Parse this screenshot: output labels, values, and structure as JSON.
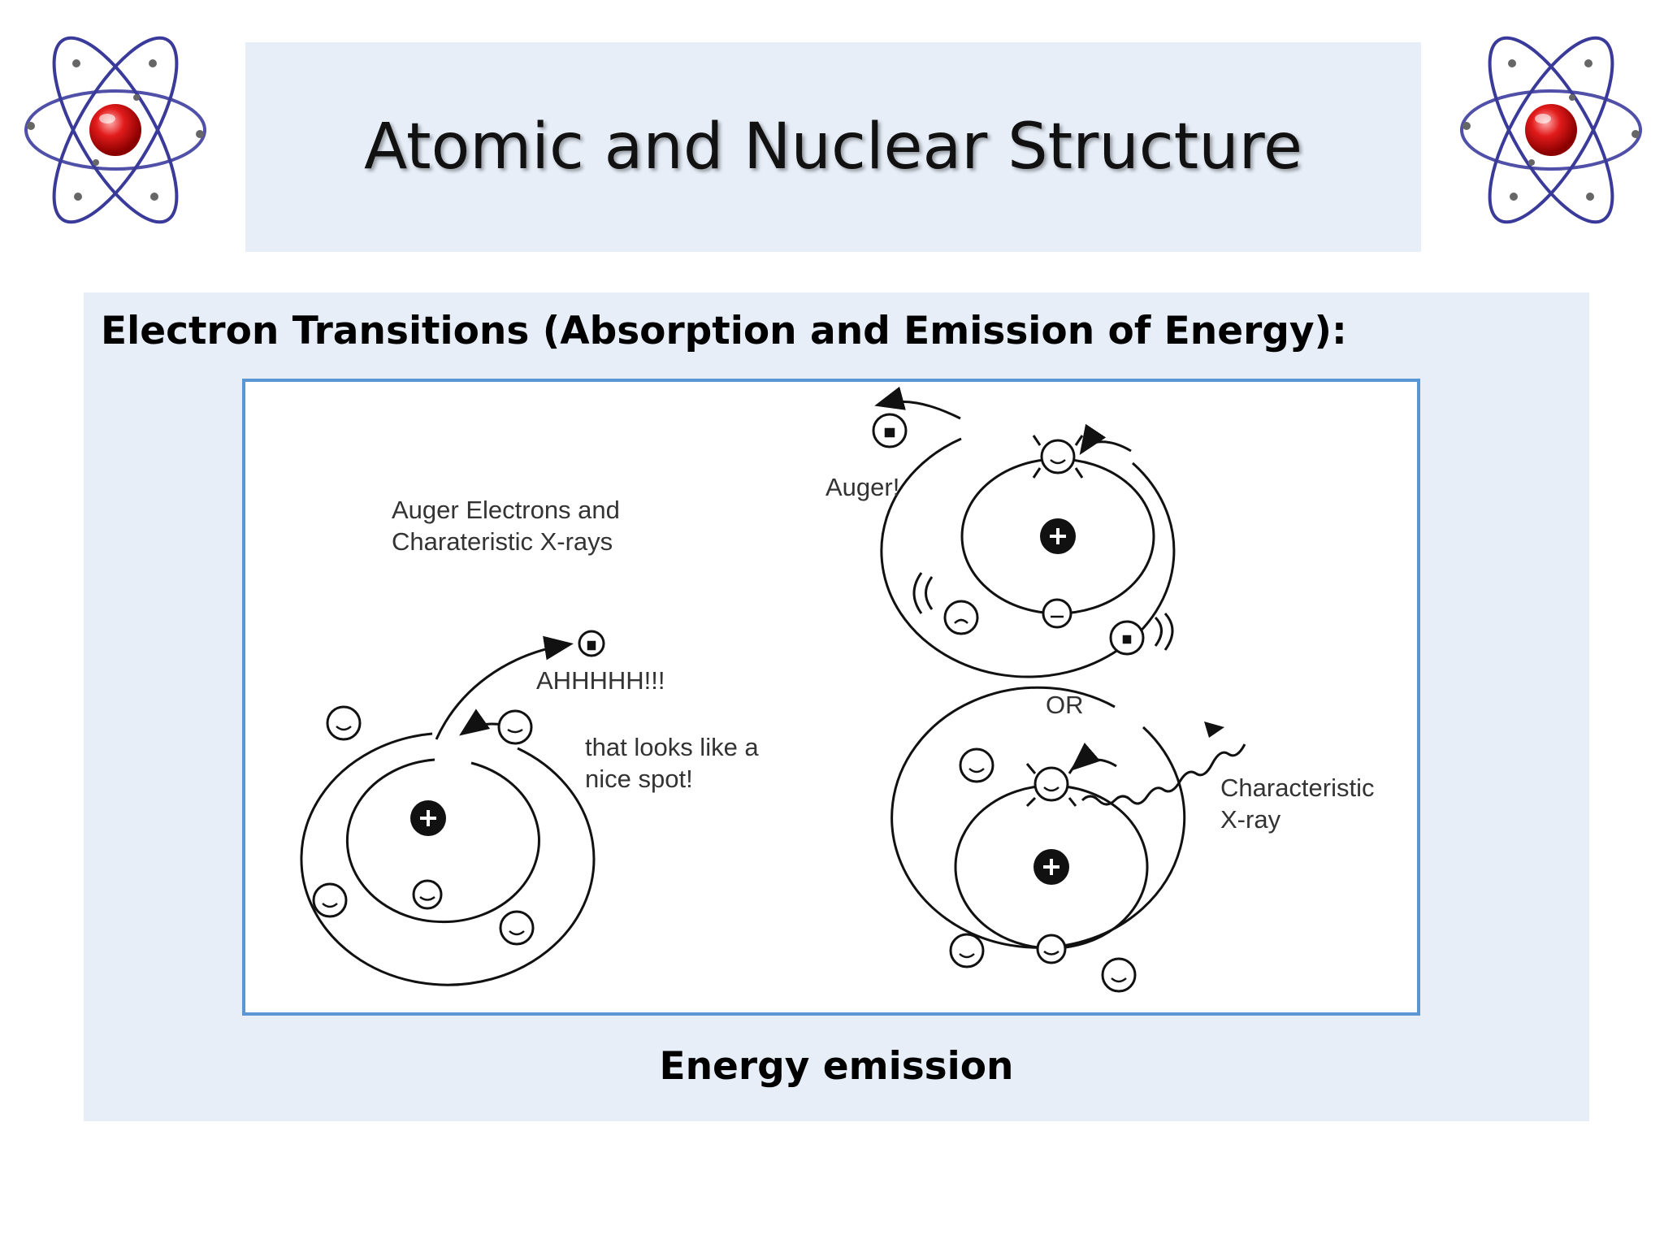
{
  "page_title": "Atomic and Nuclear Structure",
  "section_heading": "Electron Transitions (Absorption and Emission of Energy):",
  "figure": {
    "labels": {
      "auger_title": "Auger Electrons and\nCharateristic X-rays",
      "ahhh": "AHHHHH!!!",
      "nice_spot": "that looks like a\nnice spot!",
      "auger": "Auger!",
      "or": "OR",
      "characteristic_xray": "Characteristic\nX-ray"
    }
  },
  "caption": "Energy emission",
  "colors": {
    "banner_bg": "#e7eef8",
    "frame_border": "#5a96d4",
    "nucleus_red": "#e21b1b",
    "orbit_blue": "#3a3a9a"
  },
  "icons": {
    "atom_logo": "atom-icon",
    "nucleus": "plus-icon",
    "electron": "smiley-icon"
  }
}
